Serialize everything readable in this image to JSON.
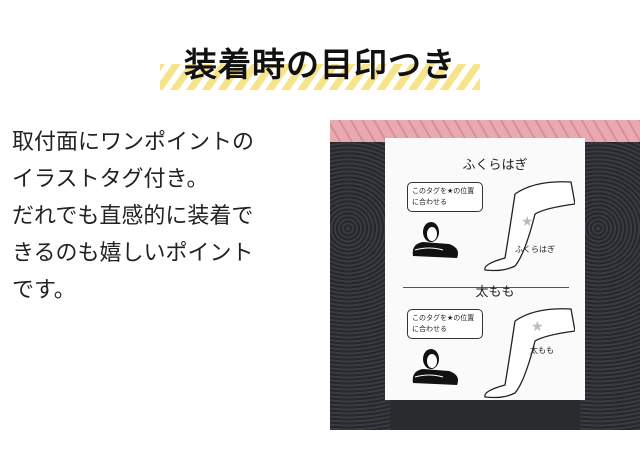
{
  "title": "装着時の目印つき",
  "body_lines": [
    "取付面にワンポイントの",
    "イラストタグ付き。",
    "だれでも直感的に装着で",
    "きるのも嬉しいポイント",
    "です。"
  ],
  "tag": {
    "sections": [
      {
        "heading": "ふくらはぎ",
        "bubble_line1": "このタグを★の位置",
        "bubble_line2": "に合わせる",
        "label": "ふくらはぎ"
      },
      {
        "heading": "太もも",
        "bubble_line1": "このタグを★の位置",
        "bubble_line2": "に合わせる",
        "label": "太もも"
      }
    ]
  },
  "colors": {
    "stripe": "#f7e48a",
    "pink": "#e8aab0",
    "fabric": "#2a2b2f"
  }
}
